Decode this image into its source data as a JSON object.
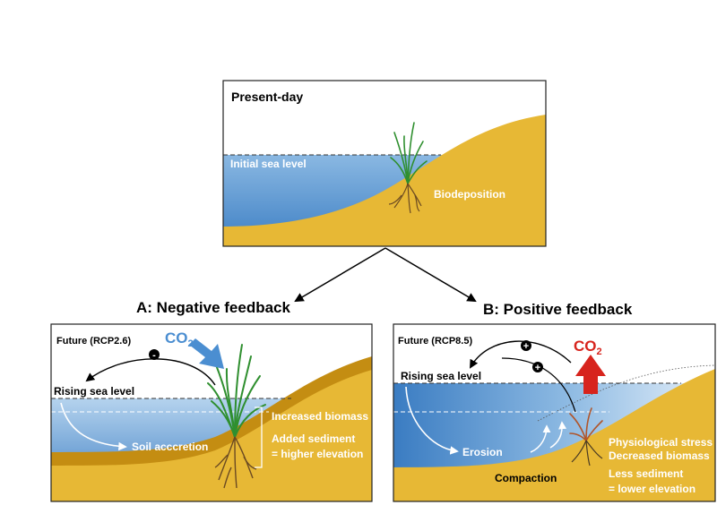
{
  "top_panel": {
    "title": "Present-day",
    "sea_level_label": "Initial sea level",
    "biodeposition_label": "Biodeposition"
  },
  "panel_a": {
    "heading": "A: Negative feedback",
    "scenario": "Future (RCP2.6)",
    "sign": "-",
    "co2_base": "CO",
    "co2_sub": "2",
    "sea_level_label": "Rising sea level",
    "accretion_label": "Soil acccretion",
    "effects": [
      "Increased biomass",
      "Added sediment",
      "= higher elevation"
    ]
  },
  "panel_b": {
    "heading": "B: Positive feedback",
    "scenario": "Future (RCP8.5)",
    "sign_1": "+",
    "sign_2": "+",
    "co2_base": "CO",
    "co2_sub": "2",
    "sea_level_label": "Rising sea level",
    "erosion_label": "Erosion",
    "compaction_label": "Compaction",
    "effects": [
      "Physiological stress",
      "Decreased biomass",
      "Less sediment",
      "= lower elevation"
    ]
  },
  "colors": {
    "sediment": "#e7b835",
    "accreted_sediment": "#c48d12",
    "water_deep": "#3d7fc4",
    "water_light": "#a9cbe9",
    "co2_uptake_arrow": "#4b8ed1",
    "co2_release": "#d7241d",
    "grass": "#2f8f2f",
    "stressed_plant": "#b0552a",
    "roots": "#6b4a22",
    "text_on_color": "#ffffff",
    "text": "#000000"
  }
}
